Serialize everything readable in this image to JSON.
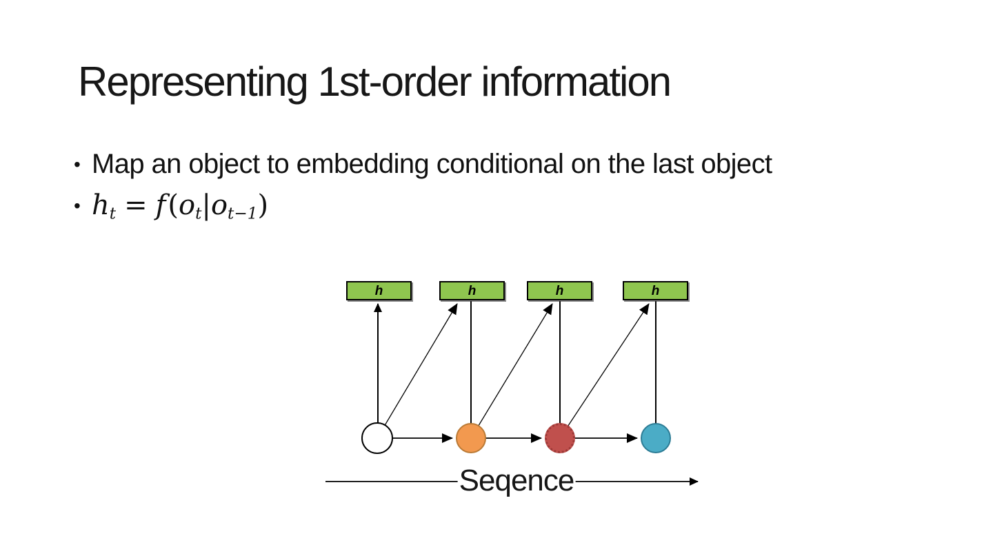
{
  "slide": {
    "title": "Representing 1st-order information",
    "bullet_glyph": "•",
    "bullets": [
      "Map an object to embedding conditional on the last object"
    ],
    "formula": {
      "h_base": "h",
      "h_sub": "t",
      "equals": "=",
      "f": "f",
      "open_paren": "(",
      "o1_base": "o",
      "o1_sub": "t",
      "pipe": "|",
      "o2_base": "o",
      "o2_sub": "t−1",
      "close_paren": ")"
    }
  },
  "diagram": {
    "embedding_boxes": [
      {
        "label": "h"
      },
      {
        "label": "h"
      },
      {
        "label": "h"
      },
      {
        "label": "h"
      }
    ],
    "box_fill": "#8FC64F",
    "box_border": "#000000",
    "nodes": [
      {
        "id": "object-node-1",
        "fill": "#FFFFFF",
        "border": "#000000",
        "border_style": "solid"
      },
      {
        "id": "object-node-2",
        "fill": "#F2994F",
        "border": "#BA7A35",
        "border_style": "solid"
      },
      {
        "id": "object-node-3",
        "fill": "#C0504D",
        "border": "#9C3836",
        "border_style": "dotted"
      },
      {
        "id": "object-node-4",
        "fill": "#4BACC6",
        "border": "#2C7C95",
        "border_style": "solid"
      }
    ],
    "arrow_color": "#000000",
    "sequence_label": "Seqence"
  }
}
